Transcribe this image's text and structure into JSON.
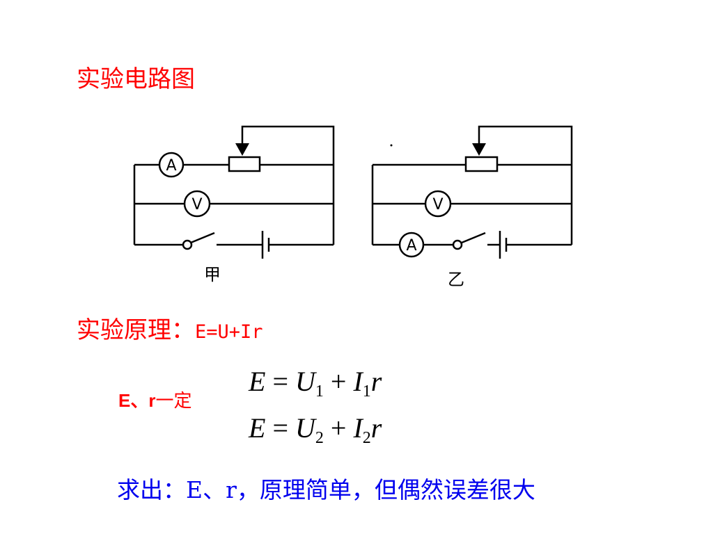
{
  "slide": {
    "title": "实验电路图",
    "principle_label": "实验原理：",
    "principle_formula": "E=U+Ir",
    "constant_label_bold": "E、r",
    "constant_label_rest": "一定",
    "equation1": {
      "E": "E",
      "eq": "=",
      "U": "U",
      "u_sub": "1",
      "plus": "+",
      "I": "I",
      "i_sub": "1",
      "r": "r"
    },
    "equation2": {
      "E": "E",
      "eq": "=",
      "U": "U",
      "u_sub": "2",
      "plus": "+",
      "I": "I",
      "i_sub": "2",
      "r": "r"
    },
    "conclusion": "求出：E、r，原理简单，但偶然误差很大"
  },
  "circuits": {
    "left": {
      "ammeter": "A",
      "voltmeter": "V",
      "caption": "甲"
    },
    "right": {
      "ammeter": "A",
      "voltmeter": "V",
      "caption": "乙"
    }
  }
}
